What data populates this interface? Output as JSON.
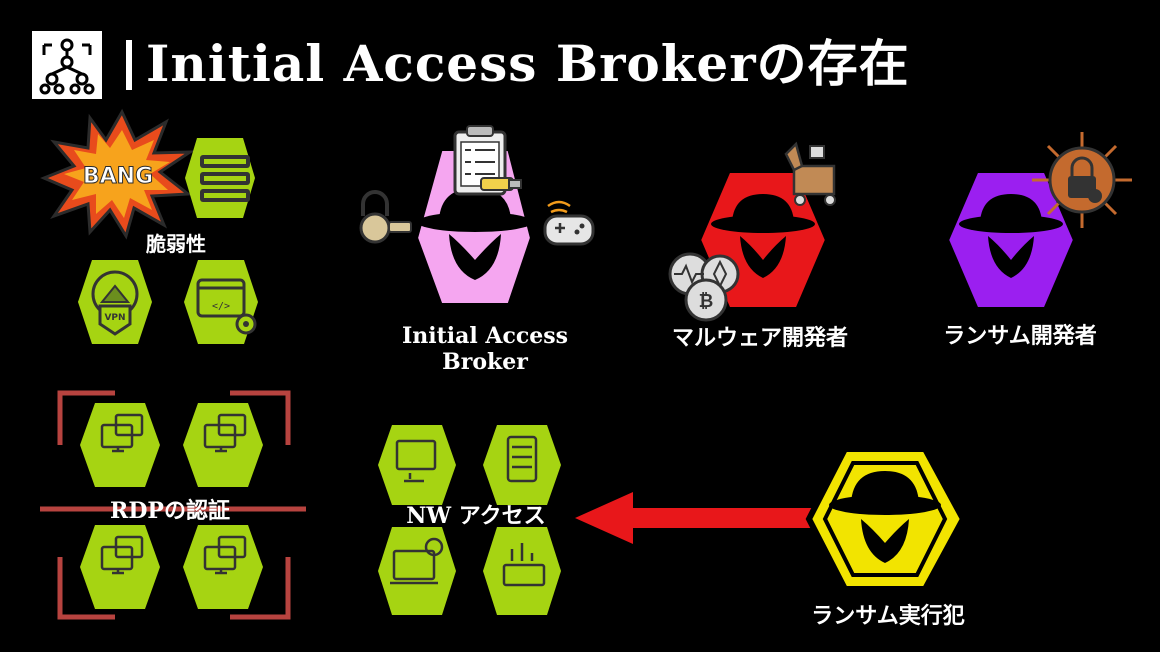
{
  "title": "Initial Access Brokerの存在",
  "labels": {
    "vulnerability": "脆弱性",
    "iab": "Initial Access\nBroker",
    "iab_line1": "Initial Access",
    "iab_line2": "Broker",
    "malware_dev": "マルウェア開発者",
    "ransom_dev": "ランサム開発者",
    "rdp_auth": "RDPの認証",
    "nw_access": "NW アクセス",
    "ransom_exec": "ランサム実行犯"
  },
  "badges": {
    "bang": "BANG",
    "vpn": "VPN"
  },
  "colors": {
    "background": "#000000",
    "green_hex": "#a6d412",
    "pink_hex": "#f5a6f0",
    "red_hex": "#e8171a",
    "purple_hex": "#9b1ff0",
    "yellow_hex": "#f2e400",
    "arrow": "#e8171a",
    "rdp_frame": "#b7433f"
  }
}
